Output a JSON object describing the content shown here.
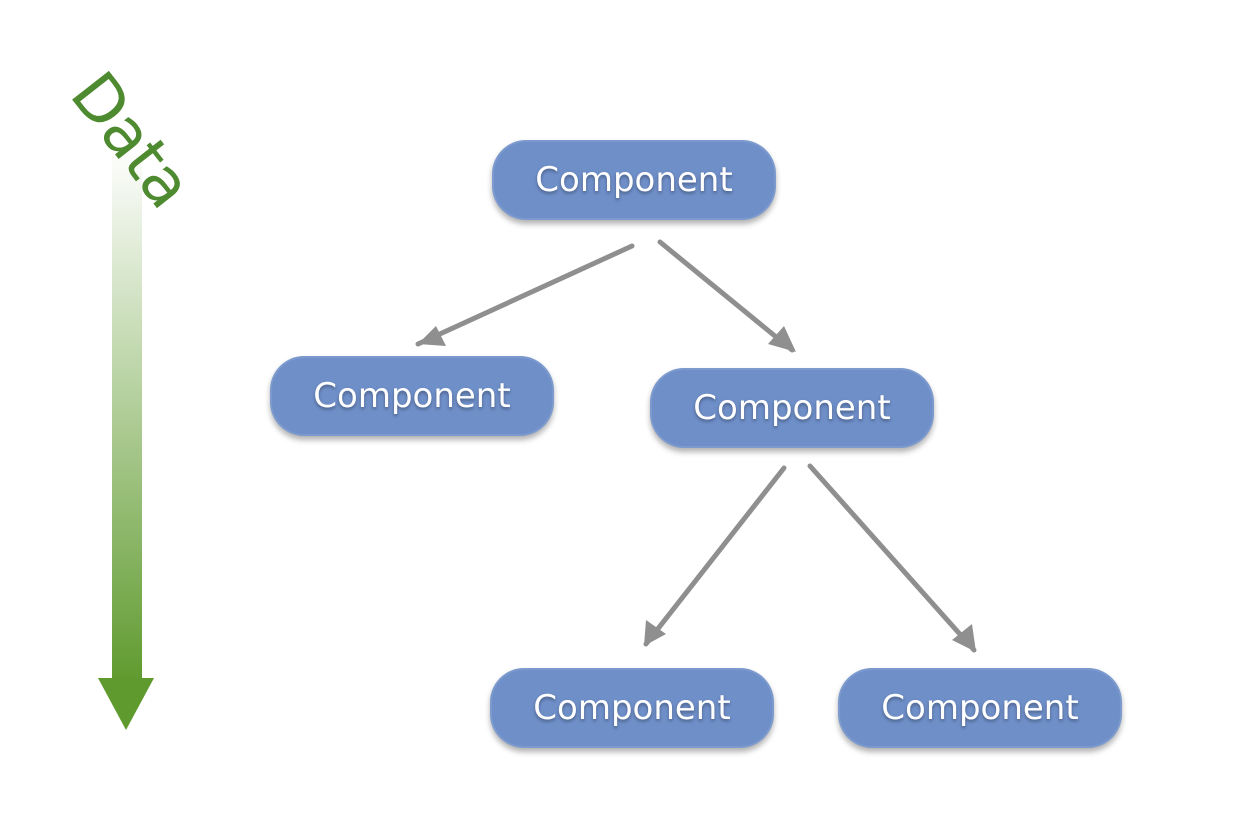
{
  "data_label": "Data",
  "nodes": [
    {
      "label": "Component"
    },
    {
      "label": "Component"
    },
    {
      "label": "Component"
    },
    {
      "label": "Component"
    },
    {
      "label": "Component"
    }
  ],
  "edges": [
    {
      "from": 0,
      "to": 1
    },
    {
      "from": 0,
      "to": 2
    },
    {
      "from": 2,
      "to": 3
    },
    {
      "from": 2,
      "to": 4
    }
  ],
  "colors": {
    "node_fill": "#6f8fc9",
    "node_text": "#ffffff",
    "edge": "#8f8f8f",
    "data_arrow_start": "#ffffff",
    "data_arrow_end": "#5f9a2e",
    "data_label": "#4e8a2f"
  }
}
